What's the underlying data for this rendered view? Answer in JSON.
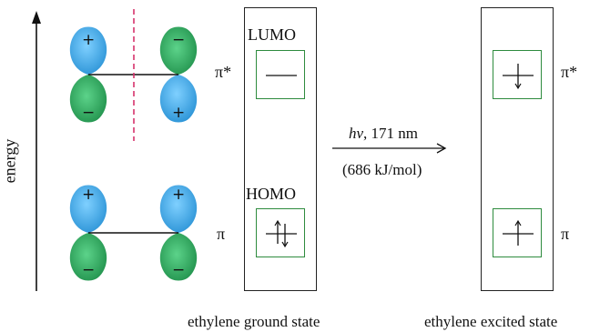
{
  "axis": {
    "label": "energy"
  },
  "orbital_signs": {
    "upper_left_top": "+",
    "upper_left_bottom": "−",
    "upper_right_top": "−",
    "upper_right_bottom": "+",
    "lower_left_top": "+",
    "lower_left_bottom": "−",
    "lower_right_top": "+",
    "lower_right_bottom": "−"
  },
  "ground_state": {
    "lumo_label": "LUMO",
    "homo_label": "HOMO",
    "pi_star_label": "π*",
    "pi_label": "π",
    "caption": "ethylene ground state",
    "lumo_electrons": 0,
    "homo_electrons": 2
  },
  "transition": {
    "line1_italic": "hv",
    "line1_rest": ", 171 nm",
    "line2": "(686 kJ/mol)"
  },
  "excited_state": {
    "pi_star_label": "π*",
    "pi_label": "π",
    "caption": "ethylene excited state",
    "lumo_electrons": 1,
    "homo_electrons": 1
  },
  "colors": {
    "lobe_blue": "#3aa7e6",
    "lobe_green": "#2aa35a",
    "node_dash": "#d6336c",
    "level_box": "#2e8b3e"
  }
}
